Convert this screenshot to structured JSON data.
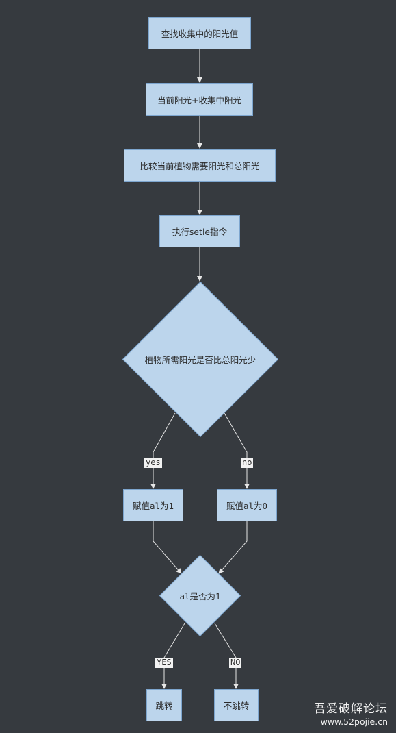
{
  "diagram": {
    "nodes": {
      "find_sun": "查找收集中的阳光值",
      "add_sun": "当前阳光+收集中阳光",
      "compare": "比较当前植物需要阳光和总阳光",
      "settle": "执行setle指令",
      "decision_less": "植物所需阳光是否比总阳光少",
      "assign_1": "赋值al为1",
      "assign_0": "赋值al为0",
      "decision_al": "al是否为1",
      "jump": "跳转",
      "no_jump": "不跳转"
    },
    "edge_labels": {
      "yes": "yes",
      "no": "no",
      "YES": "YES",
      "NO": "NO"
    }
  },
  "watermark": {
    "title": "吾爱破解论坛",
    "url": "www.52pojie.cn"
  },
  "colors": {
    "background": "#363a3f",
    "node_fill": "#bcd5ec",
    "node_stroke": "#7ea6cf",
    "edge": "#e6e6e6"
  }
}
